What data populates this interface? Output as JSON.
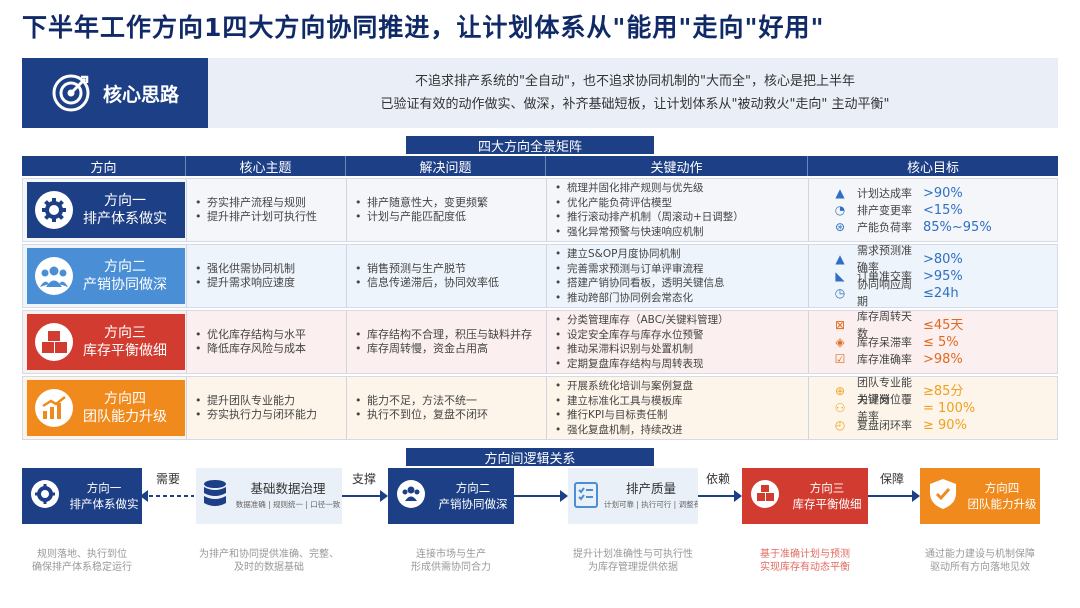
{
  "title": "下半年工作方向1四大方向协同推进，让计划体系从\"能用\"走向\"好用\"",
  "core": {
    "badge": "核心思路",
    "line1": "不追求排产系统的\"全自动\"，也不追求协同机制的\"大而全\"，核心是把上半年",
    "line2": "已验证有效的动作做实、做深，补齐基础短板，让计划体系从\"被动救火\"走向\" 主动平衡\""
  },
  "matrix": {
    "title": "四大方向全景矩阵",
    "headers": [
      "方向",
      "核心主题",
      "解决问题",
      "关键动作",
      "核心目标"
    ],
    "rows": [
      {
        "dir1": "方向一",
        "dir2": "排产体系做实",
        "color": "#1d3f86",
        "bg": "#f4f6fa",
        "themes": [
          "夯实排产流程与规则",
          "提升排产计划可执行性"
        ],
        "problems": [
          "排产随意性大，变更频繁",
          "计划与产能匹配度低"
        ],
        "actions": [
          "梳理并固化排产规则与优先级",
          "优化产能负荷评估模型",
          "推行滚动排产机制（周滚动+日调整）",
          "强化异常预警与快速响应机制"
        ],
        "goals": [
          {
            "icon": "▲",
            "label": "计划达成率",
            "value": ">90%"
          },
          {
            "icon": "◔",
            "label": "排产变更率",
            "value": "<15%"
          },
          {
            "icon": "⊛",
            "label": "产能负荷率",
            "value": "85%~95%"
          }
        ],
        "vcolor": "#2f6fc4"
      },
      {
        "dir1": "方向二",
        "dir2": "产销协同做深",
        "color": "#4a8fd6",
        "bg": "#eef4fb",
        "themes": [
          "强化供需协同机制",
          "提升需求响应速度"
        ],
        "problems": [
          "销售预测与生产脱节",
          "信息传递滞后，协同效率低"
        ],
        "actions": [
          "建立S&OP月度协同机制",
          "完善需求预测与订单评审流程",
          "搭建产销协同看板，透明关键信息",
          "推动跨部门协同例会常态化"
        ],
        "goals": [
          {
            "icon": "▲",
            "label": "需求预测准确率",
            "value": ">80%"
          },
          {
            "icon": "◣",
            "label": "订单准交率",
            "value": ">95%"
          },
          {
            "icon": "◷",
            "label": "协同响应周期",
            "value": "≤24h"
          }
        ],
        "vcolor": "#2f6fc4"
      },
      {
        "dir1": "方向三",
        "dir2": "库存平衡做细",
        "color": "#d23b2f",
        "bg": "#fbf0ef",
        "themes": [
          "优化库存结构与水平",
          "降低库存风险与成本"
        ],
        "problems": [
          "库存结构不合理，积压与缺料并存",
          "库存周转慢，资金占用高"
        ],
        "actions": [
          "分类管理库存（ABC/关键料管理）",
          "设定安全库存与库存水位预警",
          "推动呆滞料识别与处置机制",
          "定期复盘库存结构与周转表现"
        ],
        "goals": [
          {
            "icon": "⊠",
            "label": "库存周转天数",
            "value": "≤45天"
          },
          {
            "icon": "◈",
            "label": "库存呆滞率",
            "value": "≤ 5%"
          },
          {
            "icon": "☑",
            "label": "库存准确率",
            "value": ">98%"
          }
        ],
        "vcolor": "#e06a20"
      },
      {
        "dir1": "方向四",
        "dir2": "团队能力升级",
        "color": "#f08a1c",
        "bg": "#fdf5ea",
        "themes": [
          "提升团队专业能力",
          "夯实执行力与闭环能力"
        ],
        "problems": [
          "能力不足，方法不统一",
          "执行不到位，复盘不闭环"
        ],
        "actions": [
          "开展系统化培训与案例复盘",
          "建立标准化工具与模板库",
          "推行KPI与目标责任制",
          "强化复盘机制，持续改进"
        ],
        "goals": [
          {
            "icon": "⊕",
            "label": "团队专业能力评分",
            "value": "≥85分"
          },
          {
            "icon": "⚇",
            "label": "关键岗位覆盖率",
            "value": "= 100%"
          },
          {
            "icon": "◴",
            "label": "复盘闭环率",
            "value": "≥ 90%"
          }
        ],
        "vcolor": "#f0a020"
      }
    ]
  },
  "logic": {
    "title": "方向间逻辑关系",
    "nodes": [
      {
        "l1": "方向一",
        "l2": "排产体系做实",
        "desc1": "规则落地、执行到位",
        "desc2": "确保排产体系稳定运行"
      },
      {
        "l1": "基础数据治理",
        "l2": "数据准确 | 规则统一 | 口径一致",
        "desc1": "为排产和协同提供准确、完整、",
        "desc2": "及时的数据基础"
      },
      {
        "l1": "方向二",
        "l2": "产销协同做深",
        "desc1": "连接市场与生产",
        "desc2": "形成供需协同合力"
      },
      {
        "l1": "排产质量",
        "l2": "计划可靠 | 执行可行 | 调整有序",
        "desc1": "提升计划准确性与可执行性",
        "desc2": "为库存管理提供依据"
      },
      {
        "l1": "方向三",
        "l2": "库存平衡做细",
        "desc1": "基于准确计划与预测",
        "desc2": "实现库存有动态平衡"
      },
      {
        "l1": "方向四",
        "l2": "团队能力升级",
        "desc1": "通过能力建设与机制保障",
        "desc2": "驱动所有方向落地见效"
      }
    ],
    "links": [
      "需要",
      "支撑",
      "依赖",
      "保障"
    ]
  }
}
